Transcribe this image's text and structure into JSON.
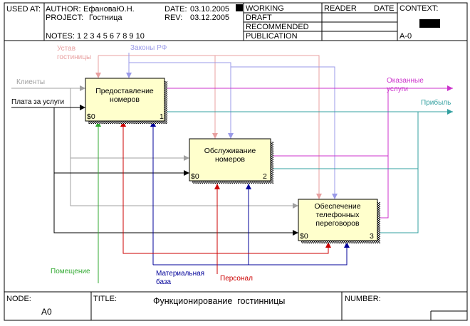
{
  "header": {
    "used_at": "USED AT:",
    "author_label": "AUTHOR:",
    "author": "ЕфановаЮ.Н.",
    "project_label": "PROJECT:",
    "project": "Гостница",
    "date_label": "DATE:",
    "date": "03.10.2005",
    "rev_label": "REV:",
    "rev": "03.12.2005",
    "notes": "NOTES: 1 2 3 4 5 6 7 8 9 10",
    "status": [
      "WORKING",
      "DRAFT",
      "RECOMMENDED",
      "PUBLICATION"
    ],
    "reader": "READER",
    "date2": "DATE",
    "context": "CONTEXT:",
    "node_ref": "A-0"
  },
  "footer": {
    "node_label": "NODE:",
    "node": "A0",
    "title_label": "TITLE:",
    "title": "Функционирование  гостинницы",
    "number_label": "NUMBER:"
  },
  "boxes": [
    {
      "id": "b1",
      "label": [
        "Предоставление",
        "номеров"
      ],
      "cost": "$0",
      "num": "1"
    },
    {
      "id": "b2",
      "label": [
        "Обслуживание",
        "номеров"
      ],
      "cost": "$0",
      "num": "2"
    },
    {
      "id": "b3",
      "label": [
        "Обеспечение",
        "телефонных",
        "переговоров"
      ],
      "cost": "$0",
      "num": "3"
    }
  ],
  "arrows": {
    "ustav": [
      "Устав",
      "гостиницы"
    ],
    "zakony": "Законы РФ",
    "klienty": "Клиенты",
    "plata": "Плата за услуги",
    "okaz": [
      "Оказанные",
      "услуги"
    ],
    "pribyl": "Прибыль",
    "pomesh": "Помещение",
    "mat": [
      "Материальная",
      "база"
    ],
    "personal": "Персонал"
  },
  "colors": {
    "ustav": "#e8a0a0",
    "zakony": "#9a9ae8",
    "klienty": "#a0a0a0",
    "plata": "#000000",
    "okaz": "#cc33cc",
    "pribyl": "#33a0a0",
    "pomesh": "#33aa33",
    "mat": "#000099",
    "personal": "#cc0000",
    "box": "#ffffcc"
  }
}
